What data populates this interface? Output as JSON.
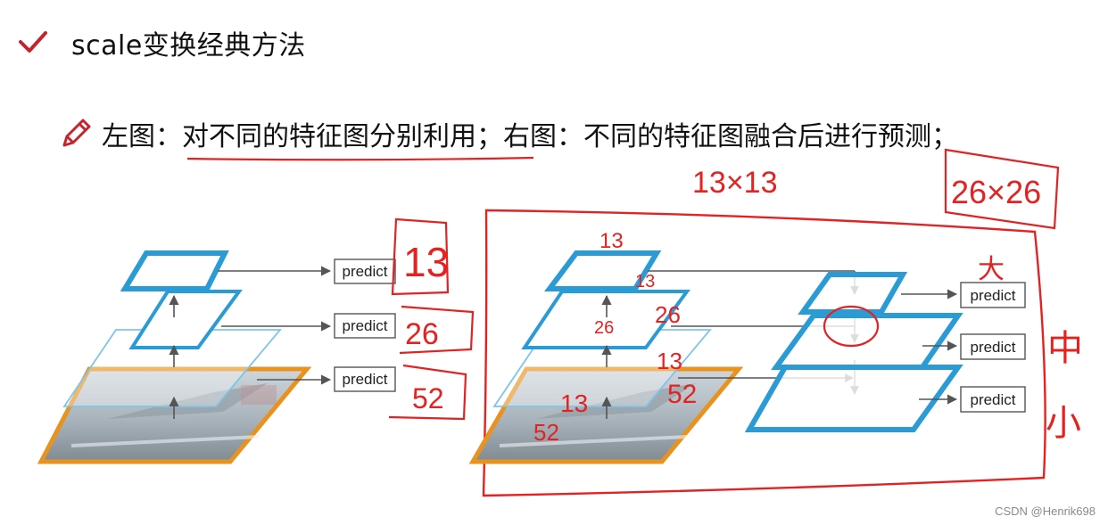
{
  "header": {
    "title": "scale变换经典方法",
    "icon": "check-icon",
    "icon_color": "#c5242b"
  },
  "description": {
    "icon": "pencil-icon",
    "left_label": "左图：",
    "left_text": "对不同的特征图分别利用",
    "separator": "；",
    "right_label": "右图：",
    "right_text": "不同的特征图融合后进行预测",
    "end": "；"
  },
  "left_diagram": {
    "predict_labels": [
      "predict",
      "predict",
      "predict"
    ]
  },
  "right_diagram": {
    "predict_labels": [
      "predict",
      "predict",
      "predict"
    ]
  },
  "annotations": {
    "top_size": "13×13",
    "top_right_size": "26×26",
    "left_sizes": [
      "13",
      "26",
      "52"
    ],
    "right_pyramid_labels": [
      "13",
      "13",
      "26",
      "26",
      "13",
      "52",
      "52",
      "13"
    ],
    "big": "大",
    "medium": "中",
    "small": "小"
  },
  "colors": {
    "blue": "#2b9bd6",
    "orange": "#e8931f",
    "red_ink": "#e32222"
  },
  "watermark": "CSDN @Henrik698"
}
